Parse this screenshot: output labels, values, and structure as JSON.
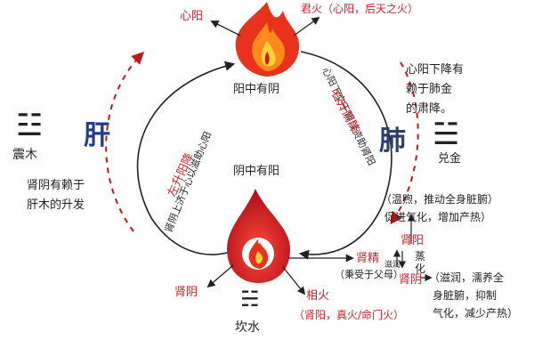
{
  "colors": {
    "ink": "#222222",
    "red": "#c8202a",
    "flame_outer": "#e8321c",
    "flame_inner": "#ffd23a",
    "dashed": "#c01818",
    "liver_blue": "#1f3d8a",
    "lung_blue": "#2a3f6a"
  },
  "top": {
    "heart_yin": "心阳",
    "jun_huo": "君火（心阳，后天之火）",
    "label": "阳中有阴"
  },
  "bottom": {
    "label": "阴中有阳",
    "kidney_yin": "肾阴",
    "kidney_essence": "肾精",
    "innate": "（秉受于父母）",
    "xiang_huo": "相火",
    "xiang_huo_sub": "（肾阳，真火/命门火）",
    "kan_shui": "坎水",
    "kidney_yang": "肾阳",
    "yang_effect": "（温煦，推动全身脏腑）",
    "yang_effect2": "促进气化，增加产热）",
    "yin_effect": "（滋润，濡养全",
    "yin_effect2": "身脏腑，抑制",
    "yin_effect3": "气化，减少产热）",
    "steam": "蒸",
    "tide": "滋润",
    "transform": "化"
  },
  "left": {
    "liver": "肝",
    "zhen_mu": "震木",
    "note1": "肾阴有赖于",
    "note2": "肝木的升发",
    "arc_text": "肾阴上济于心以滋助心阳",
    "arc_red": "左升阳降"
  },
  "right": {
    "lung": "肺",
    "dui_jin": "兑金",
    "note1": "心阳下降有",
    "note2": "赖于肺金",
    "note3": "的肃降。",
    "arc_text": "心阳下交于肾以资助肾阳",
    "arc_red": "右升阴降"
  },
  "trigrams": {
    "zhen": "☳",
    "dui": "☱",
    "kan": "☵"
  }
}
